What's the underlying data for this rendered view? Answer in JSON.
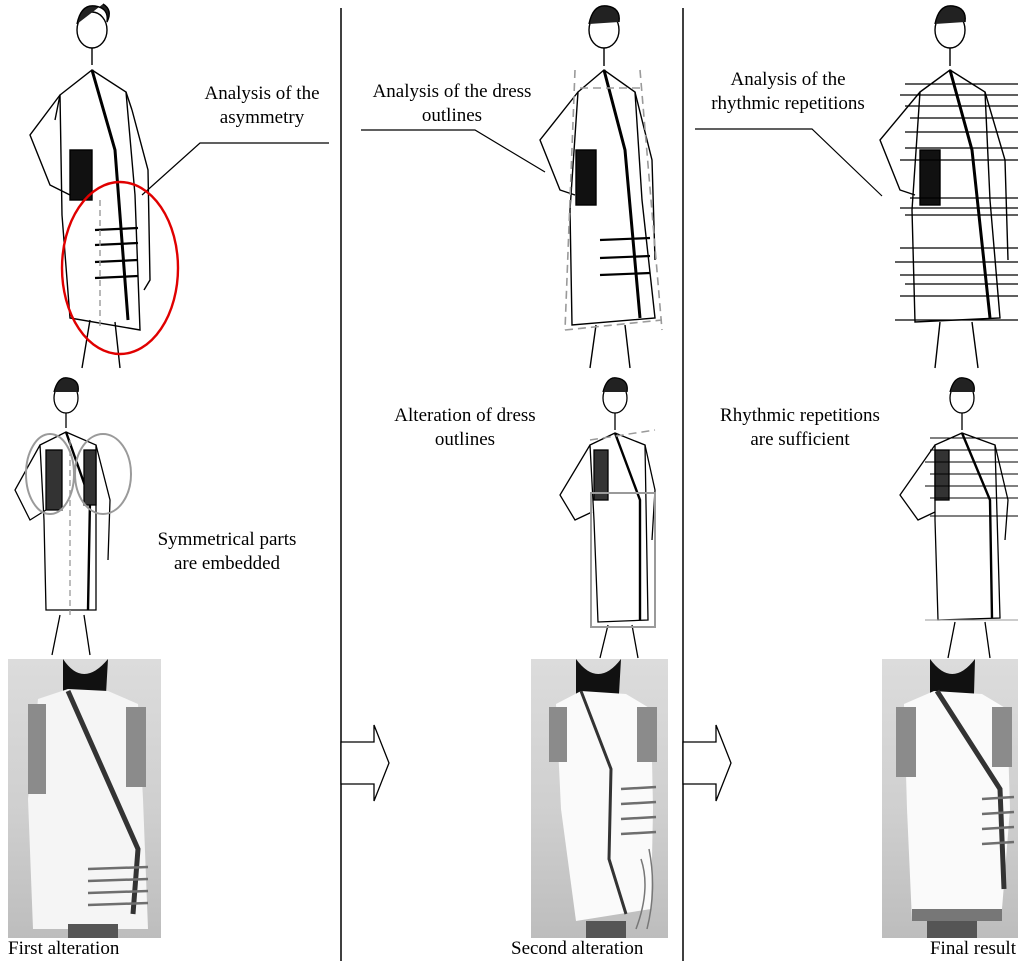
{
  "column1": {
    "annotation": "Analysis of the\nasymmetry",
    "note": "Symmetrical parts\nare embedded",
    "caption": "First alteration"
  },
  "column2": {
    "annotation": "Analysis of the dress\noutlines",
    "note": "Alteration of dress\noutlines",
    "caption": "Second alteration"
  },
  "column3": {
    "annotation": "Analysis of the\nrhythmic repetitions",
    "note": "Rhythmic repetitions\nare sufficient",
    "caption": "Final result"
  },
  "colors": {
    "asymmetry_ellipse": "#e00000",
    "guide_gray": "#9a9a9a",
    "line": "#000000"
  }
}
